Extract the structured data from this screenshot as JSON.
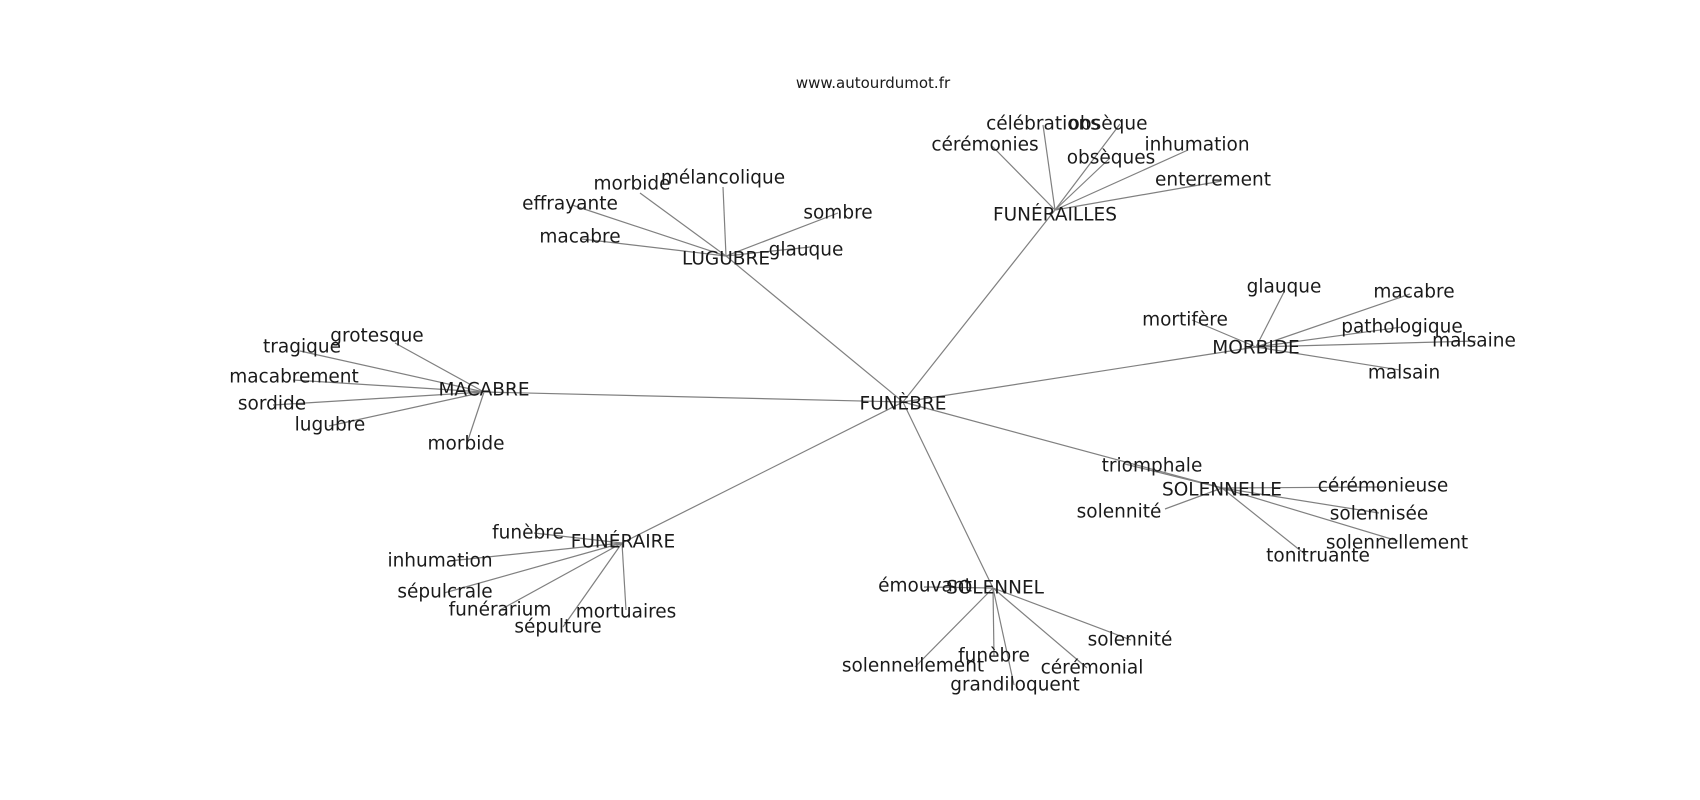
{
  "credit": "www.autourdumot.fr",
  "root": "FUNÈBRE",
  "groups": [
    {
      "hub": "FUNÉRAILLES",
      "words": [
        "célébrations",
        "obsèque",
        "cérémonies",
        "inhumation",
        "obsèques",
        "enterrement"
      ]
    },
    {
      "hub": "LUGUBRE",
      "words": [
        "morbide",
        "mélancolique",
        "effrayante",
        "sombre",
        "macabre",
        "glauque"
      ]
    },
    {
      "hub": "MORBIDE",
      "words": [
        "glauque",
        "macabre",
        "mortifère",
        "pathologique",
        "malsaine",
        "malsain"
      ]
    },
    {
      "hub": "MACABRE",
      "words": [
        "grotesque",
        "tragique",
        "macabrement",
        "sordide",
        "lugubre",
        "morbide"
      ]
    },
    {
      "hub": "SOLENNELLE",
      "words": [
        "triomphale",
        "cérémonieuse",
        "solennité",
        "solennisée",
        "solennellement",
        "tonitruante"
      ]
    },
    {
      "hub": "FUNÉRAIRE",
      "words": [
        "funèbre",
        "inhumation",
        "sépulcrale",
        "funérarium",
        "mortuaires",
        "sépulture"
      ]
    },
    {
      "hub": "SOLENNEL",
      "words": [
        "émouvant",
        "solennité",
        "funèbre",
        "solennellement",
        "cérémonial",
        "grandiloquent"
      ]
    }
  ]
}
